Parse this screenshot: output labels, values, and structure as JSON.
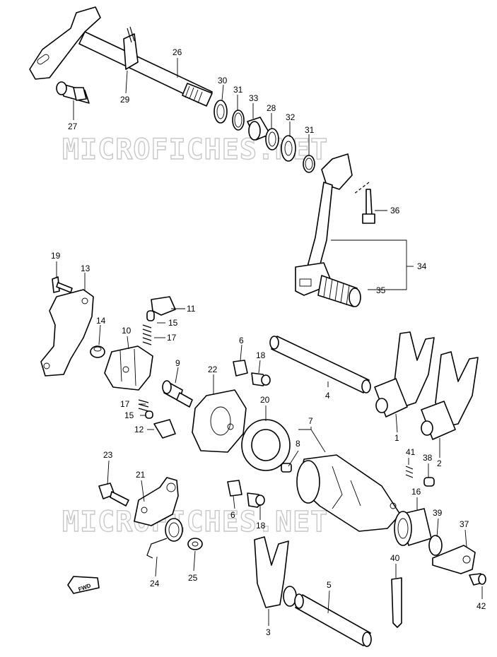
{
  "watermark": {
    "text": "MICROFICHES.NET"
  },
  "fwd_badge": "FWD",
  "part_numbers": {
    "p1": "1",
    "p2": "2",
    "p3": "3",
    "p4": "4",
    "p5": "5",
    "p6a": "6",
    "p6b": "6",
    "p7": "7",
    "p8": "8",
    "p9": "9",
    "p10": "10",
    "p11": "11",
    "p12": "12",
    "p13": "13",
    "p14": "14",
    "p15a": "15",
    "p15b": "15",
    "p16": "16",
    "p17a": "17",
    "p17b": "17",
    "p18a": "18",
    "p18b": "18",
    "p19": "19",
    "p20": "20",
    "p21": "21",
    "p22": "22",
    "p23": "23",
    "p24": "24",
    "p25": "25",
    "p26": "26",
    "p27": "27",
    "p28": "28",
    "p29": "29",
    "p30": "30",
    "p31a": "31",
    "p31b": "31",
    "p32": "32",
    "p33": "33",
    "p34": "34",
    "p35": "35",
    "p36": "36",
    "p37": "37",
    "p38": "38",
    "p39": "39",
    "p40": "40",
    "p41": "41",
    "p42": "42"
  }
}
